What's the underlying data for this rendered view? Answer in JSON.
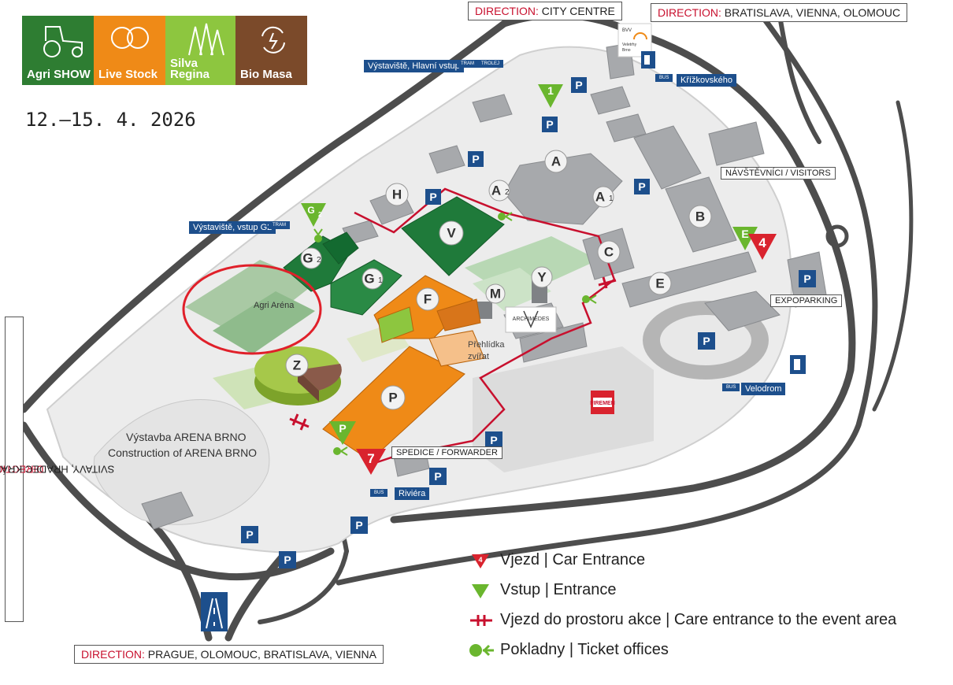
{
  "event": {
    "dates": "12.–15. 4. 2026",
    "logos": [
      {
        "name": "Agri SHOW",
        "color": "#2e7d32",
        "icon": "tractor-icon"
      },
      {
        "name": "Live Stock",
        "color": "#ef8a17",
        "icon": "rings-icon"
      },
      {
        "name": "Silva Regina",
        "color": "#8dc63f",
        "icon": "trees-icon"
      },
      {
        "name": "Bio Masa",
        "color": "#7b4a2a",
        "icon": "cycle-icon"
      }
    ]
  },
  "directions": {
    "top_left": {
      "key": "DIRECTION:",
      "value": "CITY CENTRE"
    },
    "top_right": {
      "key": "DIRECTION:",
      "value": "BRATISLAVA, VIENNA, OLOMOUC"
    },
    "bottom": {
      "key": "DIRECTION:",
      "value": "PRAGUE, OLOMOUC, BRATISLAVA, VIENNA"
    },
    "left": {
      "key": "DIRECTION:",
      "value": "SVITAVY, HRADEC KRÁLOVÉ, WROCLAW"
    }
  },
  "halls": {
    "A": "A",
    "A1": "A",
    "A1_sub": "1",
    "A2": "A",
    "A2_sub": "2",
    "B": "B",
    "C": "C",
    "E": "E",
    "F": "F",
    "G1": "G",
    "G1_sub": "1",
    "G2": "G",
    "G2_sub": "2",
    "H": "H",
    "M": "M",
    "P": "P",
    "V": "V",
    "Y": "Y",
    "Z": "Z"
  },
  "labels": {
    "agri_arena": "Agri Aréna",
    "archimedes": "ARCHIMEDES",
    "prehlidka_line1": "Přehlídka",
    "prehlidka_line2": "zvířat",
    "construction_line1": "Výstavba ARENA BRNO",
    "construction_line2": "Construction of ARENA BRNO",
    "firemen": "FIREMEN",
    "bvv_line1": "BVV",
    "bvv_line2": "Veletrhy",
    "bvv_line3": "Brno"
  },
  "tags": {
    "main_entrance": "Výstaviště, Hlavní vstup",
    "entrance_g2": "Výstaviště, vstup G2",
    "krizkovskeho": "Křížkovského",
    "velodrom": "Velodrom",
    "riviera": "Riviéra",
    "visitors": "NÁVŠTĚVNÍCI / VISITORS",
    "expoparking": "EXPOPARKING",
    "spedice": "SPEDICE / FORWARDER",
    "tram": "TRAM",
    "trolej": "TROLEJ",
    "bus": "BUS"
  },
  "entrances": {
    "e1": "1",
    "g2": "G",
    "g2_sub": "2",
    "e": "E",
    "p": "P"
  },
  "car_entrances": {
    "c4": "4",
    "c7": "7"
  },
  "parking": "P",
  "legend": [
    {
      "symbol": "car-entrance-icon",
      "text": "Vjezd | Car Entrance",
      "symbol_label": "4"
    },
    {
      "symbol": "entrance-icon",
      "text": "Vstup | Entrance"
    },
    {
      "symbol": "event-area-entrance-icon",
      "text": "Vjezd do prostoru akce | Care entrance to the event area"
    },
    {
      "symbol": "ticket-office-icon",
      "text": "Pokladny | Ticket offices"
    }
  ],
  "colors": {
    "hall_green": "#1f7a3a",
    "hall_orange": "#ef8a17",
    "hall_grey": "#a7a9ac",
    "parking_blue": "#1d4f8c",
    "entrance_green": "#6ab62e",
    "car_red": "#d9232e",
    "road": "#4d4d4d",
    "highlight": "#e0202a"
  }
}
